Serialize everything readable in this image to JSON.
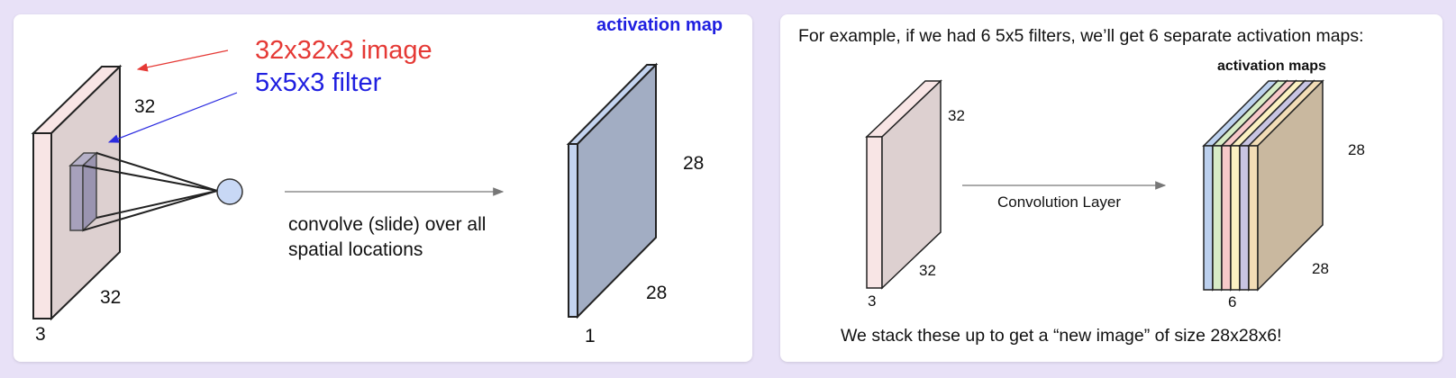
{
  "left_slide": {
    "corner_label": "activation map",
    "image_label": "32x32x3 image",
    "filter_label": "5x5x3 filter",
    "image_height_label": "32",
    "image_width_label": "32",
    "image_depth_label": "3",
    "operation_text_line1": "convolve (slide) over all",
    "operation_text_line2": "spatial locations",
    "map_height_label": "28",
    "map_width_label": "28",
    "map_depth_label": "1",
    "colors": {
      "image_label": "#e53935",
      "filter_label": "#1f1fe0",
      "corner_label": "#1f1fe0"
    }
  },
  "right_slide": {
    "headline": "For example, if we had 6 5x5 filters, we’ll get 6 separate activation maps:",
    "maps_title": "activation maps",
    "image_height_label": "32",
    "image_width_label": "32",
    "image_depth_label": "3",
    "arrow_label": "Convolution Layer",
    "maps_height_label": "28",
    "maps_width_label": "28",
    "maps_depth_label": "6",
    "footer": "We stack these up to get a “new image” of size 28x28x6!"
  }
}
